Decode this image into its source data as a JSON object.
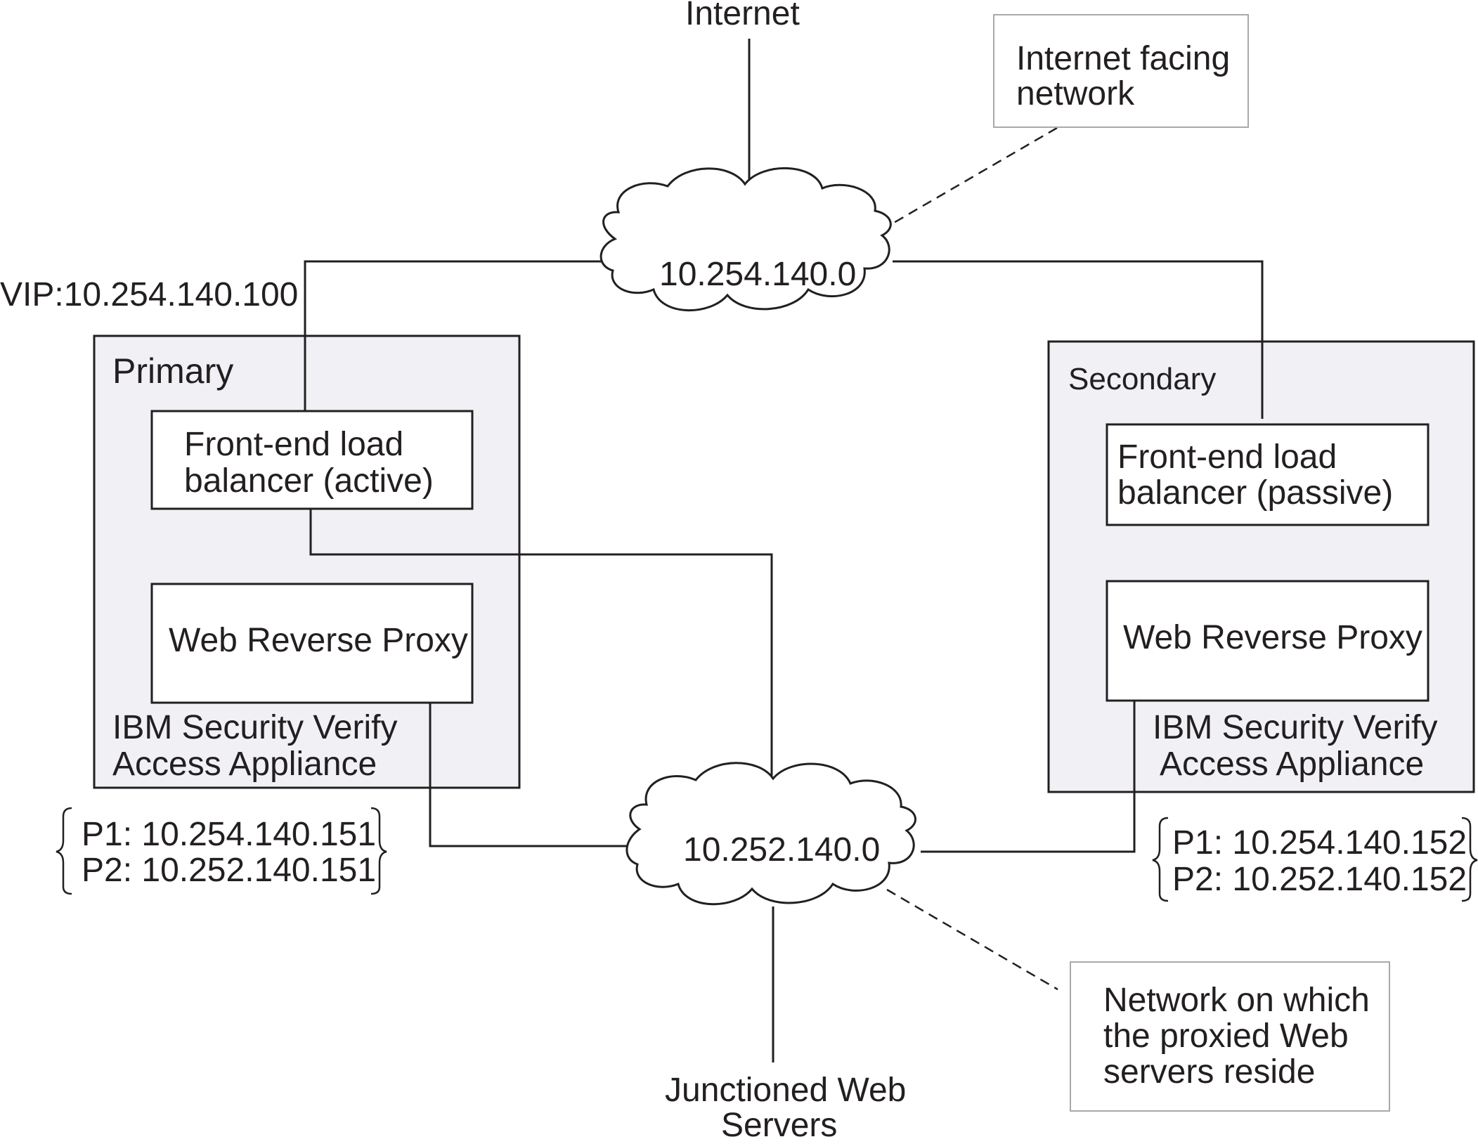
{
  "labels": {
    "internet": "Internet",
    "internet_note_line1": "Internet facing",
    "internet_note_line2": "network",
    "vip": "VIP:10.254.140.100",
    "cloud_top": "10.254.140.0",
    "cloud_bottom": "10.252.140.0",
    "junctioned_line1": "Junctioned Web",
    "junctioned_line2": "Servers",
    "proxied_note_line1": "Network on which",
    "proxied_note_line2": "the proxied Web",
    "proxied_note_line3": "servers reside"
  },
  "primary": {
    "title": "Primary",
    "lb_line1": "Front-end load",
    "lb_line2": "balancer (active)",
    "proxy": "Web Reverse Proxy",
    "appliance_line1": "IBM Security Verify",
    "appliance_line2": "Access Appliance",
    "p1": "P1: 10.254.140.151",
    "p2": "P2: 10.252.140.151"
  },
  "secondary": {
    "title": "Secondary",
    "lb_line1": "Front-end load",
    "lb_line2": "balancer (passive)",
    "proxy": "Web Reverse Proxy",
    "appliance_line1": "IBM Security Verify",
    "appliance_line2": "Access Appliance",
    "p1": "P1: 10.254.140.152",
    "p2": "P2: 10.252.140.152"
  },
  "colors": {
    "appliance_fill": "#f0f0f5",
    "line": "#231f20",
    "note_border": "#a7a9ac"
  }
}
